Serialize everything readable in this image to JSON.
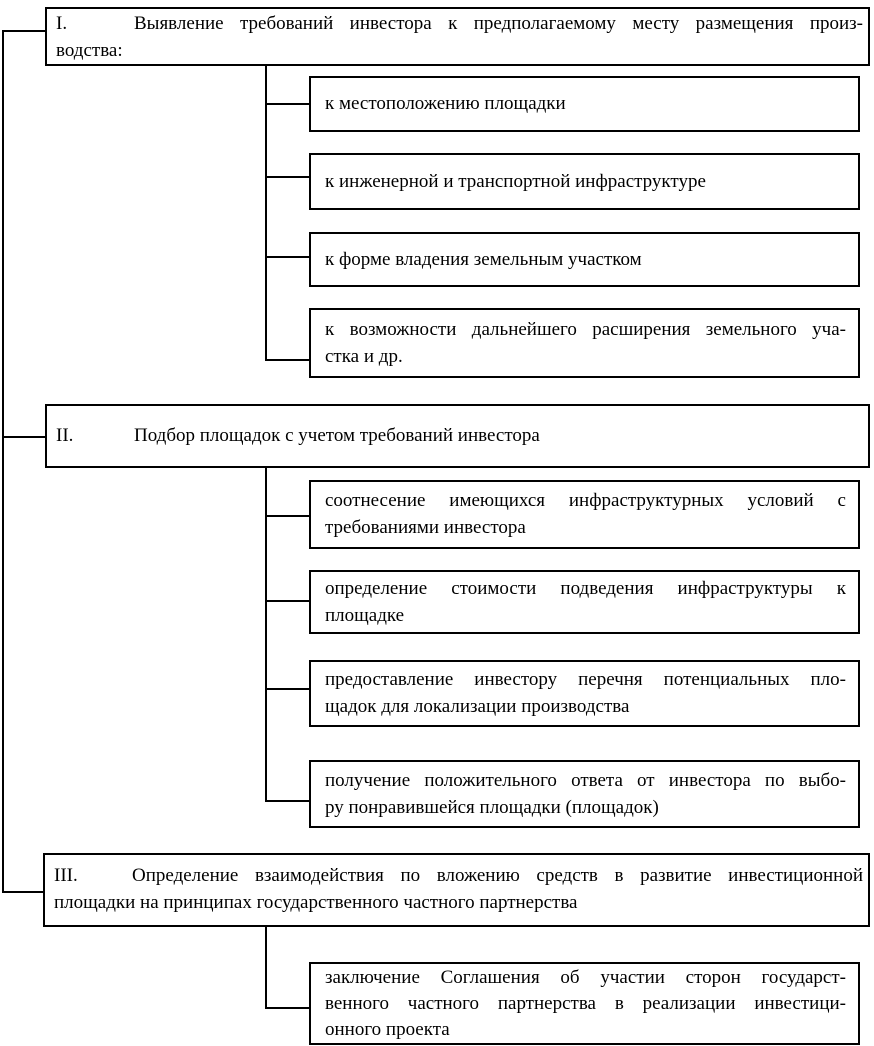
{
  "colors": {
    "line": "#000000",
    "background": "#ffffff",
    "text": "#000000"
  },
  "flowchart": {
    "stages": [
      {
        "numeral": "I.",
        "lines": [
          "Выявление требований инвестора к предполагаемому месту размещения произ-",
          "водства:"
        ],
        "items": [
          {
            "lines": [
              "к местоположению площадки"
            ]
          },
          {
            "lines": [
              "к инженерной и транспортной инфраструктуре"
            ]
          },
          {
            "lines": [
              "к форме владения земельным участком"
            ]
          },
          {
            "lines": [
              "к возможности дальнейшего расширения земельного уча-",
              "стка и др."
            ]
          }
        ]
      },
      {
        "numeral": "II.",
        "lines": [
          "Подбор площадок с учетом требований инвестора"
        ],
        "items": [
          {
            "lines": [
              "соотнесение имеющихся инфраструктурных условий с",
              "требованиями инвестора"
            ]
          },
          {
            "lines": [
              "определение стоимости подведения инфраструктуры к",
              "площадке"
            ]
          },
          {
            "lines": [
              "предоставление инвестору перечня потенциальных пло-",
              "щадок для локализации производства"
            ]
          },
          {
            "lines": [
              "получение положительного ответа от инвестора по выбо-",
              "ру понравившейся площадки (площадок)"
            ]
          }
        ]
      },
      {
        "numeral": "III.",
        "lines": [
          "Определение взаимодействия по вложению средств в развитие инвестиционной",
          "площадки на принципах государственного частного партнерства"
        ],
        "items": [
          {
            "lines": [
              "заключение Соглашения об участии сторон государст-",
              "венного частного партнерства в реализации инвестици-",
              "онного проекта"
            ]
          }
        ]
      }
    ]
  }
}
